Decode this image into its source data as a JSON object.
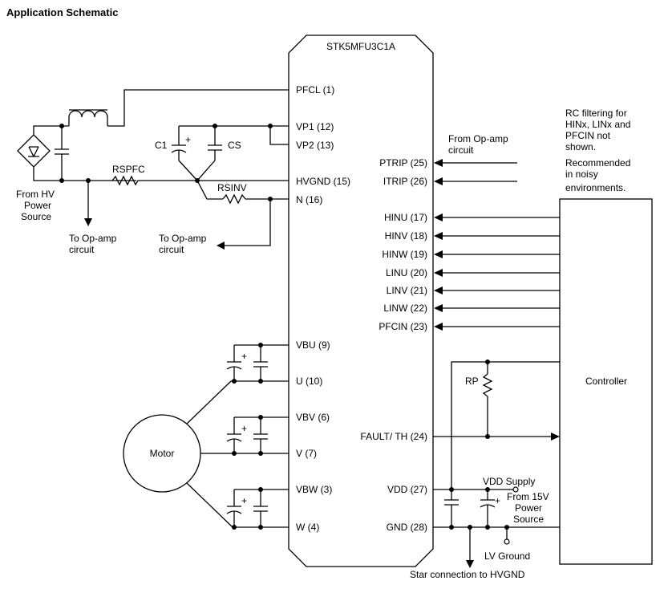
{
  "title": "Application Schematic",
  "ic": {
    "name": "STK5MFU3C1A",
    "left_pins": [
      {
        "key": "pfcl",
        "label": "PFCL (1)"
      },
      {
        "key": "vp1",
        "label": "VP1 (12)"
      },
      {
        "key": "vp2",
        "label": "VP2 (13)"
      },
      {
        "key": "hvgnd",
        "label": "HVGND (15)"
      },
      {
        "key": "n",
        "label": "N (16)"
      },
      {
        "key": "vbu",
        "label": "VBU (9)"
      },
      {
        "key": "u",
        "label": "U (10)"
      },
      {
        "key": "vbv",
        "label": "VBV (6)"
      },
      {
        "key": "v",
        "label": "V (7)"
      },
      {
        "key": "vbw",
        "label": "VBW (3)"
      },
      {
        "key": "w",
        "label": "W (4)"
      }
    ],
    "right_pins": [
      {
        "key": "ptrip",
        "label": "PTRIP (25)"
      },
      {
        "key": "itrip",
        "label": "ITRIP (26)"
      },
      {
        "key": "hinu",
        "label": "HINU (17)"
      },
      {
        "key": "hinv",
        "label": "HINV (18)"
      },
      {
        "key": "hinw",
        "label": "HINW (19)"
      },
      {
        "key": "linu",
        "label": "LINU (20)"
      },
      {
        "key": "linv",
        "label": "LINV (21)"
      },
      {
        "key": "linw",
        "label": "LINW (22)"
      },
      {
        "key": "pfcin",
        "label": "PFCIN (23)"
      },
      {
        "key": "fault",
        "label": "FAULT/ TH (24)"
      },
      {
        "key": "vdd",
        "label": "VDD (27)"
      },
      {
        "key": "gnd",
        "label": "GND (28)"
      }
    ]
  },
  "components": {
    "c1": "C1",
    "c1_plus": "+",
    "cs": "CS",
    "rspfc": "RSPFC",
    "rsinv": "RSINV",
    "rp": "RP",
    "motor": "Motor",
    "controller": "Controller",
    "cap_plus": "+"
  },
  "notes": {
    "from_hv": [
      "From HV",
      "Power",
      "Source"
    ],
    "to_opamp_1": [
      "To Op-amp",
      "circuit"
    ],
    "to_opamp_2": [
      "To Op-amp",
      "circuit"
    ],
    "from_opamp": [
      "From Op-amp",
      "circuit"
    ],
    "rc_filter": [
      "RC filtering for",
      "HINx, LINx and",
      "PFCIN not",
      "shown.",
      "Recommended",
      "in noisy",
      "environments."
    ],
    "vdd_supply": "VDD Supply",
    "from_15v": [
      "From 15V",
      "Power",
      "Source"
    ],
    "lv_ground": "LV Ground",
    "star": "Star connection to HVGND"
  },
  "colors": {
    "line": "#000000",
    "background": "#ffffff"
  }
}
